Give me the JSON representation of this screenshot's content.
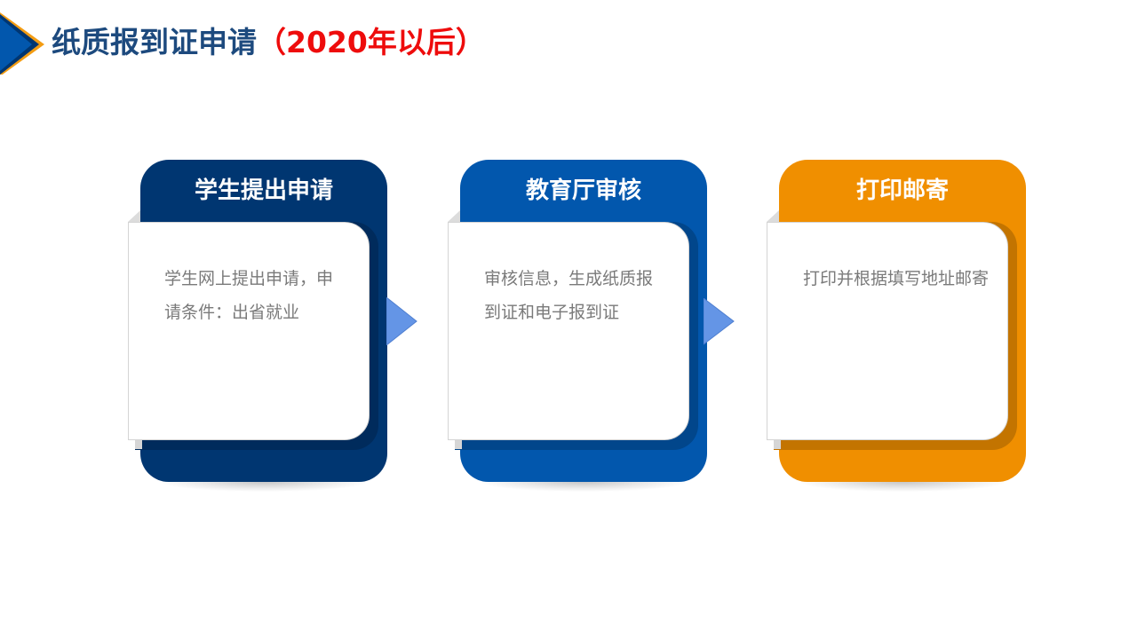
{
  "header": {
    "icon": "corner-arrow-icon",
    "title_main": "纸质报到证申请",
    "title_sub": "（2020年以后）",
    "colors": {
      "title_main": "#1d4a7e",
      "title_sub": "#ee0c0c",
      "icon_blue": "#0257ad",
      "icon_navy": "#003671",
      "icon_orange": "#f39c12"
    }
  },
  "steps": [
    {
      "title": "学生提出申请",
      "text": "学生网上提出申请，申请条件：出省就业",
      "color": "#003671"
    },
    {
      "title": "教育厅审核",
      "text": "审核信息，生成纸质报到证和电子报到证",
      "color": "#0257ad"
    },
    {
      "title": "打印邮寄",
      "text": "打印并根据填写地址邮寄",
      "color": "#f08f00"
    }
  ],
  "connectors": [
    {
      "icon": "arrow-right-icon",
      "color": "#6495e6"
    },
    {
      "icon": "arrow-right-icon",
      "color": "#6495e6"
    }
  ]
}
